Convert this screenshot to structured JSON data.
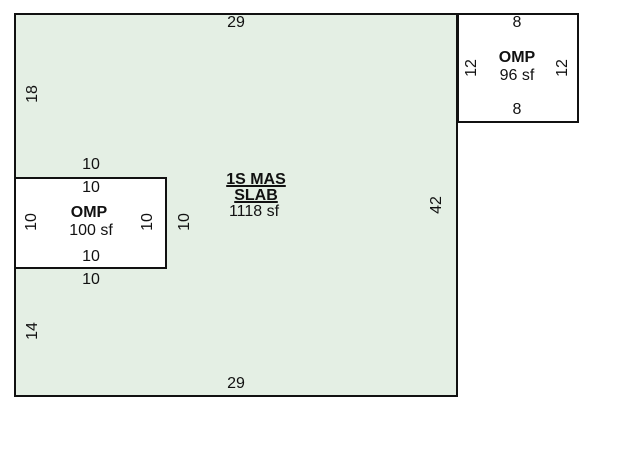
{
  "main_area": {
    "line1": "1S MAS",
    "line2": "SLAB",
    "area": "1118 sf",
    "dims": {
      "top": "29",
      "bottom": "29",
      "left_upper": "18",
      "left_lower": "14",
      "right": "42"
    }
  },
  "omp_left": {
    "name": "OMP",
    "area": "100 sf",
    "dims": {
      "top_outer": "10",
      "top_inner": "10",
      "bottom_inner": "10",
      "bottom_outer": "10",
      "left": "10",
      "right_inner": "10",
      "right_outer": "10"
    }
  },
  "omp_right": {
    "name": "OMP",
    "area": "96 sf",
    "dims": {
      "top": "8",
      "bottom": "8",
      "left": "12",
      "right": "12"
    }
  },
  "colors": {
    "main_fill": "#e4efe4",
    "outline": "#111111",
    "porch_fill": "#ffffff"
  }
}
